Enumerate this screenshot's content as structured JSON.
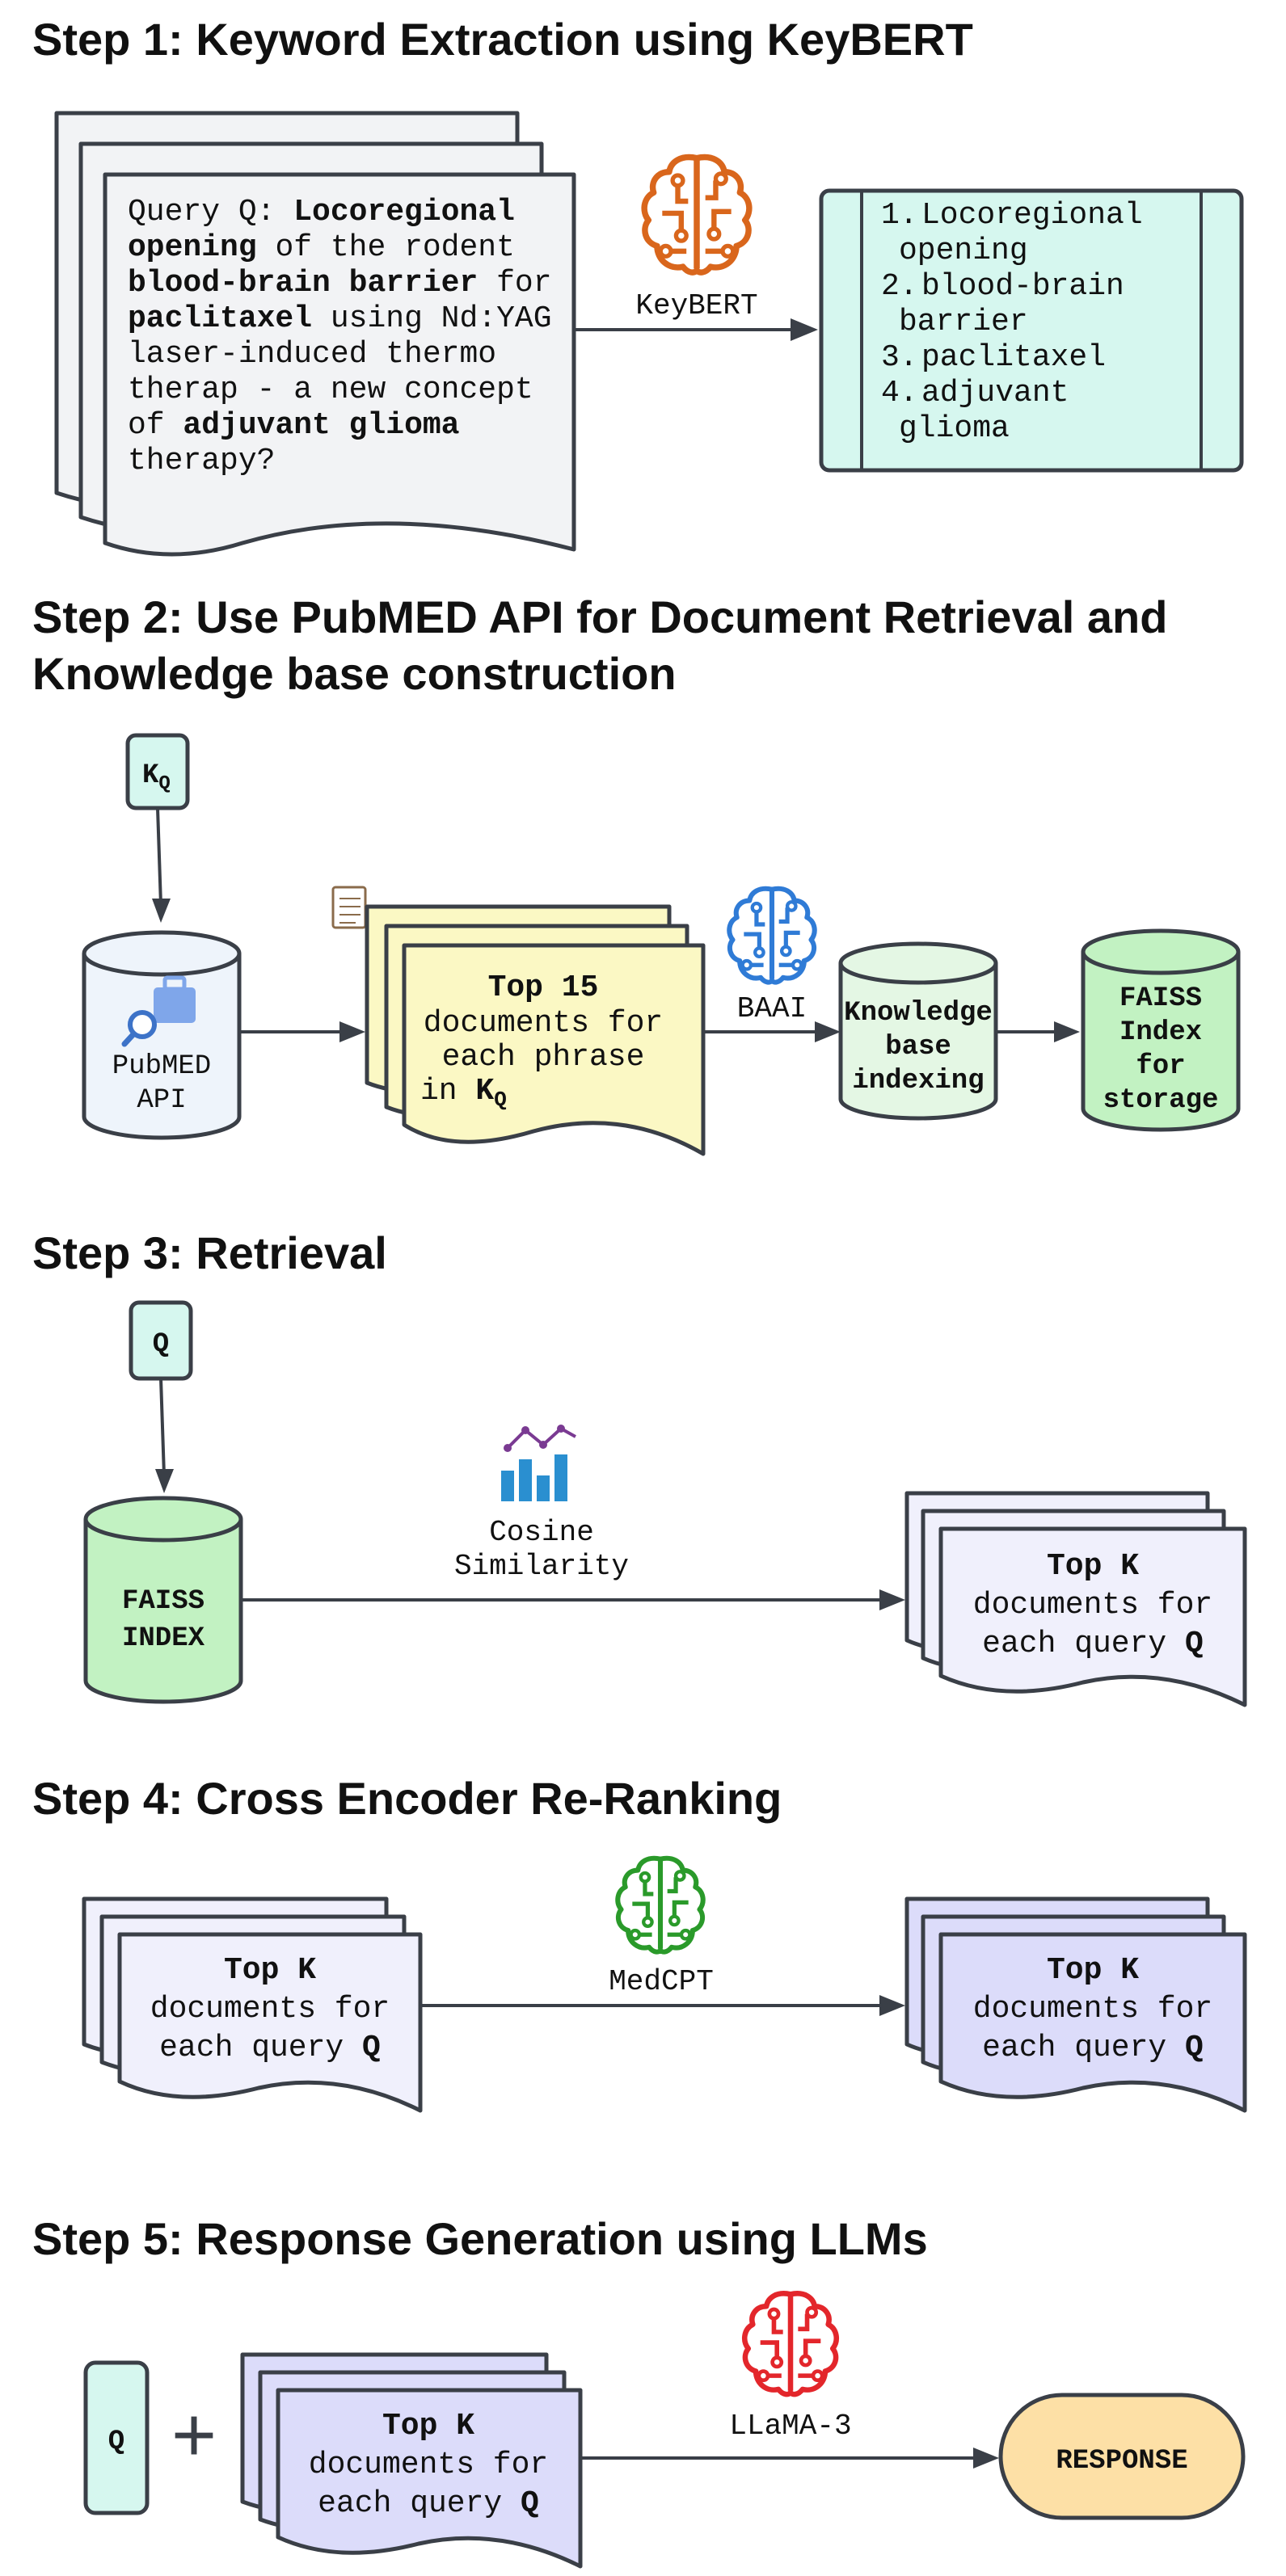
{
  "steps": {
    "s1": {
      "title": "Step 1: Keyword Extraction using KeyBERT",
      "query_lines": [
        [
          {
            "t": "Query Q: ",
            "b": false
          },
          {
            "t": "Locoregional",
            "b": true
          }
        ],
        [
          {
            "t": "opening",
            "b": true
          },
          {
            "t": " of the rodent",
            "b": false
          }
        ],
        [
          {
            "t": "blood-brain barrier",
            "b": true
          },
          {
            "t": " for",
            "b": false
          }
        ],
        [
          {
            "t": "paclitaxel",
            "b": true
          },
          {
            "t": " using Nd:YAG",
            "b": false
          }
        ],
        [
          {
            "t": "laser-induced thermo",
            "b": false
          }
        ],
        [
          {
            "t": "therap - a new concept",
            "b": false
          }
        ],
        [
          {
            "t": "of ",
            "b": false
          },
          {
            "t": "adjuvant glioma",
            "b": true
          }
        ],
        [
          {
            "t": "therapy?",
            "b": false
          }
        ]
      ],
      "model_label": "KeyBERT",
      "keywords": [
        {
          "num": "1.",
          "lines": [
            "Locoregional",
            "opening"
          ]
        },
        {
          "num": "2.",
          "lines": [
            "blood-brain",
            "barrier"
          ]
        },
        {
          "num": "3.",
          "lines": [
            "paclitaxel"
          ]
        },
        {
          "num": "4.",
          "lines": [
            "adjuvant",
            "glioma"
          ]
        }
      ]
    },
    "s2": {
      "title_line1": "Step 2: Use PubMED API for Document Retrieval and",
      "title_line2": "Knowledge base construction",
      "kq_main": "K",
      "kq_sub": "Q",
      "api_line1": "PubMED",
      "api_line2": "API",
      "docs_line1": "Top 15",
      "docs_line2": "documents for",
      "docs_line3": "each phrase",
      "docs_line4_pre": "in ",
      "model_label": "BAAI",
      "kb_line1": "Knowledge",
      "kb_line2": "base",
      "kb_line3": "indexing",
      "faiss_line1": "FAISS",
      "faiss_line2": "Index",
      "faiss_line3": "for",
      "faiss_line4": "storage"
    },
    "s3": {
      "title": "Step 3: Retrieval",
      "q_label": "Q",
      "faiss_line1": "FAISS",
      "faiss_line2": "INDEX",
      "sim_line1": "Cosine",
      "sim_line2": "Similarity",
      "docs_line1": "Top K",
      "docs_line2": "documents for",
      "docs_line3_pre": "each query ",
      "docs_line3_q": "Q"
    },
    "s4": {
      "title": "Step 4: Cross Encoder Re-Ranking",
      "model_label": "MedCPT",
      "docs_line1": "Top K",
      "docs_line2": "documents for",
      "docs_line3_pre": "each query ",
      "docs_line3_q": "Q"
    },
    "s5": {
      "title": "Step 5: Response Generation using LLMs",
      "q_label": "Q",
      "plus": "+",
      "model_label": "LLaMA-3",
      "docs_line1": "Top K",
      "docs_line2": "documents for",
      "docs_line3_pre": "each query ",
      "docs_line3_q": "Q",
      "response_label": "RESPONSE"
    }
  },
  "colors": {
    "query_fill": "#f2f3f5",
    "keyword_fill": "#d6f7ef",
    "q_box_fill": "#d6f7ef",
    "api_fill": "#eef4fb",
    "docs_yellow": "#fbf8c4",
    "kb_fill": "#e4f7e4",
    "faiss_fill": "#c2f2c2",
    "docs_light": "#f0f0fc",
    "docs_purple": "#dcdcfa",
    "response_fill": "#fde0a6",
    "keybert_icon": "#d9661c",
    "baai_icon": "#2f7bd6",
    "medcpt_icon": "#2a9a2a",
    "llama_icon": "#e3262b"
  },
  "icons": [
    "brain-circuit-icon",
    "notepad-icon",
    "briefcase-search-icon",
    "chart-icon"
  ]
}
